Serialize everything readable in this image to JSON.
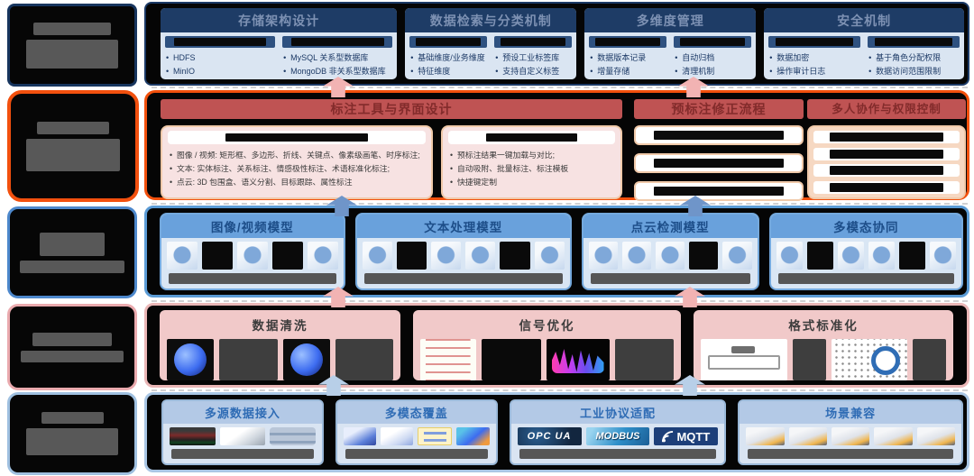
{
  "colors": {
    "band1_border": "#1c3a66",
    "band1_header_bg": "#1e3c66",
    "band2_border": "#f2500c",
    "band2_header_bg": "#bf5353",
    "band3_border": "#5b9bd5",
    "band3_header_bg": "#69a1dc",
    "band4_border": "#eab6b6",
    "band4_header_bg": "#f1c9c9",
    "band5_border": "#a9c6e4",
    "band5_header_bg": "#b3c9e6"
  },
  "band1": {
    "cards": [
      {
        "title": "存储架构设计",
        "cols": [
          {
            "items": [
              "HDFS",
              "MinIO"
            ]
          },
          {
            "items": [
              "MySQL 关系型数据库",
              "MongoDB 非关系型数据库"
            ]
          }
        ]
      },
      {
        "title": "数据检索与分类机制",
        "cols": [
          {
            "items": [
              "基础维度/业务维度",
              "特征维度"
            ]
          },
          {
            "items": [
              "预设工业标签库",
              "支持自定义标签"
            ]
          }
        ]
      },
      {
        "title": "多维度管理",
        "cols": [
          {
            "items": [
              "数据版本记录",
              "增量存储"
            ]
          },
          {
            "items": [
              "自动归档",
              "清理机制"
            ]
          }
        ]
      },
      {
        "title": "安全机制",
        "cols": [
          {
            "items": [
              "数据加密",
              "操作审计日志"
            ]
          },
          {
            "items": [
              "基于角色分配权限",
              "数据访问范围限制"
            ]
          }
        ]
      }
    ]
  },
  "band2": {
    "left_title": "标注工具与界面设计",
    "middle_title": "预标注修正流程",
    "right_title": "多人协作与权限控制",
    "box1_bullets": [
      "图像 / 视频: 矩形框、多边形、折线、关键点、像素级画笔、时序标注;",
      "文本: 实体标注、关系标注、情感极性标注、术语标准化标注;",
      "点云: 3D 包围盒、语义分割、目标跟踪、属性标注"
    ],
    "box2_bullets": [
      "预标注结果一键加载与对比;",
      "自动吸附、批量标注、标注模板",
      "快捷键定制"
    ]
  },
  "band3": {
    "cards": [
      {
        "title": "图像/视频模型"
      },
      {
        "title": "文本处理模型"
      },
      {
        "title": "点云检测模型"
      },
      {
        "title": "多模态协同"
      }
    ]
  },
  "band4": {
    "sections": [
      {
        "title": "数据清洗"
      },
      {
        "title": "信号优化"
      },
      {
        "title": "格式标准化"
      }
    ]
  },
  "band5": {
    "cards": [
      {
        "title": "多源数据接入"
      },
      {
        "title": "多模态覆盖"
      },
      {
        "title": "工业协议适配",
        "logos": [
          "OPC UA",
          "MODBUS",
          "MQTT"
        ]
      },
      {
        "title": "场景兼容"
      }
    ]
  }
}
